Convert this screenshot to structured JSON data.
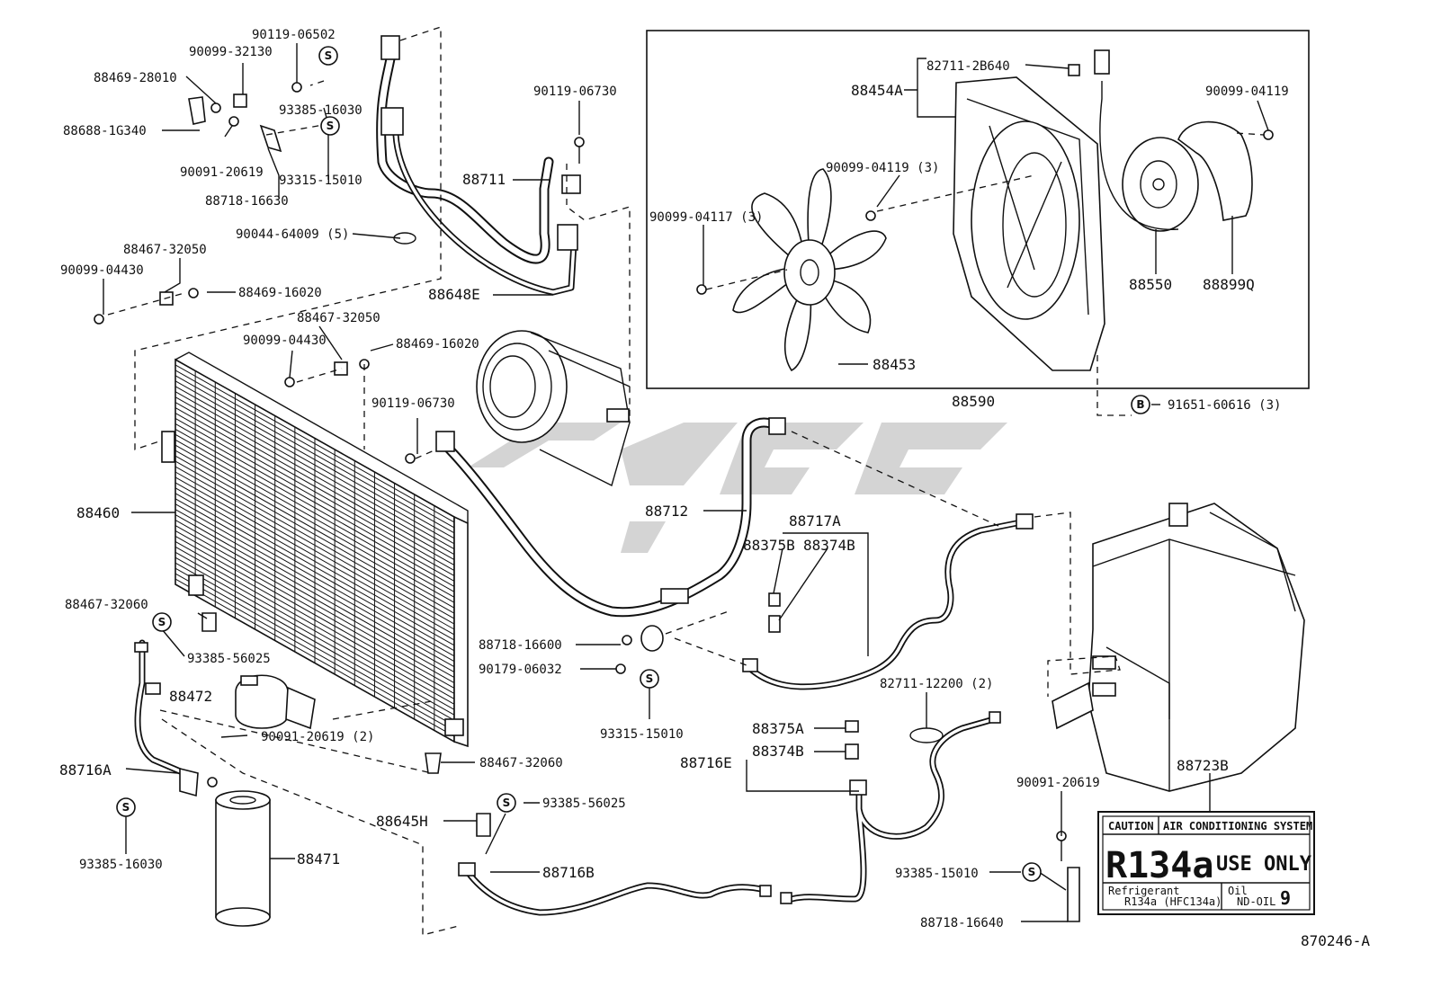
{
  "labels": {
    "p90119_06502": "90119-06502",
    "p90099_32130": "90099-32130",
    "p88469_28010": "88469-28010",
    "p88688_1G340": "88688-1G340",
    "p90091_20619": "90091-20619",
    "p93385_16030_top": "93385-16030",
    "p93315_15010_top": "93315-15010",
    "p88718_16630": "88718-16630",
    "p90044_64009": "90044-64009 (5)",
    "p88467_32050_a": "88467-32050",
    "p90099_04430_a": "90099-04430",
    "p88469_16020_a": "88469-16020",
    "p88467_32050_b": "88467-32050",
    "p90099_04430_b": "90099-04430",
    "p88469_16020_b": "88469-16020",
    "p90119_06730_top": "90119-06730",
    "p88711": "88711",
    "p88648E": "88648E",
    "p90119_06730_mid": "90119-06730",
    "p88460": "88460",
    "p88712": "88712",
    "p88717A": "88717A",
    "p88375B": "88375B",
    "p88374B": "88374B",
    "p88467_32060_a": "88467-32060",
    "p93385_56025_a": "93385-56025",
    "p88472": "88472",
    "p90091_20619_2": "90091-20619 (2)",
    "p88467_32060_b": "88467-32060",
    "p88716A": "88716A",
    "p93385_16030_bot": "93385-16030",
    "p88471": "88471",
    "p88718_16600": "88718-16600",
    "p90179_06032": "90179-06032",
    "p93315_15010_mid": "93315-15010",
    "p88645H": "88645H",
    "p93385_56025_b": "93385-56025",
    "p88716B": "88716B",
    "p82711_12200": "82711-12200 (2)",
    "p88375A": "88375A",
    "p88374B_2": "88374B",
    "p88716E": "88716E",
    "p93385_15010": "93385-15010",
    "p90091_20619_r": "90091-20619",
    "p88718_16640": "88718-16640",
    "p88723B": "88723B",
    "p82711_2B640": "82711-2B640",
    "p88454A": "88454A",
    "p90099_04119_r": "90099-04119",
    "p90099_04119_3": "90099-04119 (3)",
    "p90099_04117_3": "90099-04117 (3)",
    "p88550": "88550",
    "p88899Q": "88899Q",
    "p88453": "88453",
    "p88590": "88590",
    "p91651_60616": "91651-60616 (3)",
    "diagram_id": "870246-A"
  },
  "markers": {
    "s": "S",
    "b": "B"
  },
  "caution_label": {
    "caution": "CAUTION",
    "system": "AIR CONDITIONING SYSTEM",
    "refrigerant_code": "R134a",
    "use_only": "USE ONLY",
    "refrigerant_label": "Refrigerant",
    "refrigerant_value": "R134a (HFC134a)",
    "oil_label": "Oil",
    "oil_value": "ND-OIL",
    "oil_grade": "9"
  }
}
